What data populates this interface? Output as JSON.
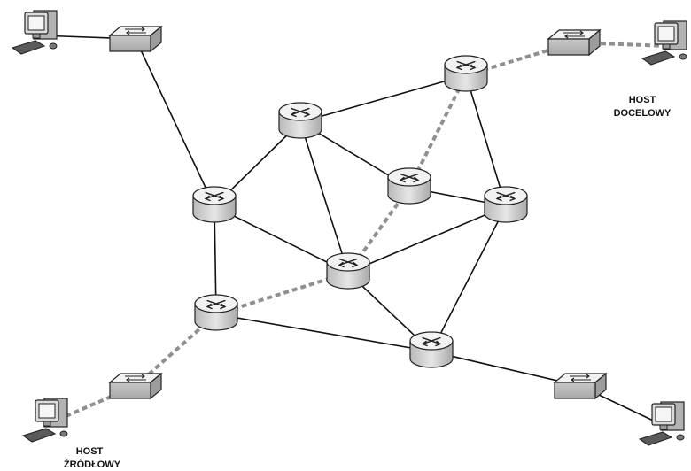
{
  "labels": {
    "destination_host": [
      "HOST",
      "DOCELOWY"
    ],
    "source_host": [
      "HOST",
      "ŹRÓDŁOWY"
    ]
  },
  "colors": {
    "link": "#111111",
    "path": "#8f8f8f",
    "device_body": "#cfcfcf",
    "device_top": "#f2f2f2",
    "outline": "#222222"
  },
  "nodes": [
    {
      "id": "pc-top-left",
      "type": "computer"
    },
    {
      "id": "sw-top-left",
      "type": "switch"
    },
    {
      "id": "pc-top-right",
      "type": "computer"
    },
    {
      "id": "sw-top-right",
      "type": "switch"
    },
    {
      "id": "pc-bottom-left",
      "type": "computer"
    },
    {
      "id": "sw-bottom-left",
      "type": "switch"
    },
    {
      "id": "pc-bottom-right",
      "type": "computer"
    },
    {
      "id": "sw-bottom-right",
      "type": "switch"
    },
    {
      "id": "r-left-upper",
      "type": "router"
    },
    {
      "id": "r-left-lower",
      "type": "router"
    },
    {
      "id": "r-top-center",
      "type": "router"
    },
    {
      "id": "r-top-right",
      "type": "router"
    },
    {
      "id": "r-center",
      "type": "router"
    },
    {
      "id": "r-mid",
      "type": "router"
    },
    {
      "id": "r-right",
      "type": "router"
    },
    {
      "id": "r-bottom",
      "type": "router"
    }
  ],
  "links": [
    {
      "from": "pc-top-left",
      "to": "sw-top-left",
      "style": "solid"
    },
    {
      "from": "sw-top-left",
      "to": "r-left-upper",
      "style": "solid"
    },
    {
      "from": "r-left-upper",
      "to": "r-top-center",
      "style": "solid"
    },
    {
      "from": "r-left-upper",
      "to": "r-center",
      "style": "solid"
    },
    {
      "from": "r-left-upper",
      "to": "r-left-lower",
      "style": "solid"
    },
    {
      "from": "r-top-center",
      "to": "r-top-right",
      "style": "solid"
    },
    {
      "from": "r-top-center",
      "to": "r-mid",
      "style": "solid"
    },
    {
      "from": "r-top-center",
      "to": "r-center",
      "style": "solid"
    },
    {
      "from": "r-top-right",
      "to": "r-right",
      "style": "solid"
    },
    {
      "from": "r-mid",
      "to": "r-right",
      "style": "solid"
    },
    {
      "from": "r-center",
      "to": "r-right",
      "style": "solid"
    },
    {
      "from": "r-center",
      "to": "r-bottom",
      "style": "solid"
    },
    {
      "from": "r-right",
      "to": "r-bottom",
      "style": "solid"
    },
    {
      "from": "r-left-lower",
      "to": "r-bottom",
      "style": "solid"
    },
    {
      "from": "r-bottom",
      "to": "sw-bottom-right",
      "style": "solid"
    },
    {
      "from": "sw-bottom-right",
      "to": "pc-bottom-right",
      "style": "solid"
    },
    {
      "from": "pc-bottom-left",
      "to": "sw-bottom-left",
      "style": "path"
    },
    {
      "from": "sw-bottom-left",
      "to": "r-left-lower",
      "style": "path"
    },
    {
      "from": "r-left-lower",
      "to": "r-center",
      "style": "path"
    },
    {
      "from": "r-center",
      "to": "r-mid",
      "style": "path"
    },
    {
      "from": "r-mid",
      "to": "r-top-right",
      "style": "path"
    },
    {
      "from": "r-top-right",
      "to": "sw-top-right",
      "style": "path"
    },
    {
      "from": "sw-top-right",
      "to": "pc-top-right",
      "style": "path"
    }
  ]
}
